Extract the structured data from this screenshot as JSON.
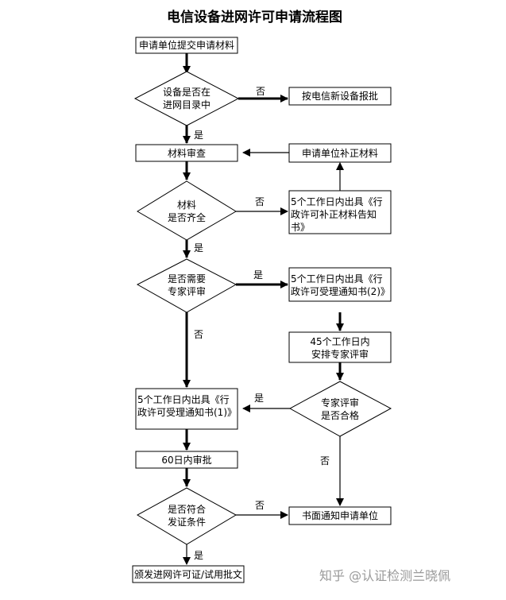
{
  "title": "电信设备进网许可申请流程图",
  "nodes": {
    "n1": "申请单位提交申请材料",
    "d1": [
      "设备是否在",
      "进网目录中"
    ],
    "n2": "按电信新设备报批",
    "n3": "材料审查",
    "n4": "申请单位补正材料",
    "d2": [
      "材料",
      "是否齐全"
    ],
    "n5": [
      "5个工作日内出具《行",
      "政许可补正材料告知",
      "书》"
    ],
    "d3": [
      "是否需要",
      "专家评审"
    ],
    "n6": [
      "5个工作日内出具《行",
      "政许可受理通知书(2)》"
    ],
    "n7": [
      "45个工作日内",
      "安排专家评审"
    ],
    "n8": [
      "5个工作日内出具《行",
      "政许可受理通知书(1)》"
    ],
    "d4": [
      "专家评审",
      "是否合格"
    ],
    "n9": "60日内审批",
    "d5": [
      "是否符合",
      "发证条件"
    ],
    "n10": "书面通知申请单位",
    "n11": "颁发进网许可证/试用批文"
  },
  "edges": {
    "d1_no": "否",
    "d1_yes": "是",
    "d2_no": "否",
    "d2_yes": "是",
    "d3_yes": "是",
    "d3_no": "否",
    "d4_yes": "是",
    "d4_no": "否",
    "d5_no": "否",
    "d5_yes": "是"
  },
  "watermark": "知乎 @认证检测兰晓佩"
}
